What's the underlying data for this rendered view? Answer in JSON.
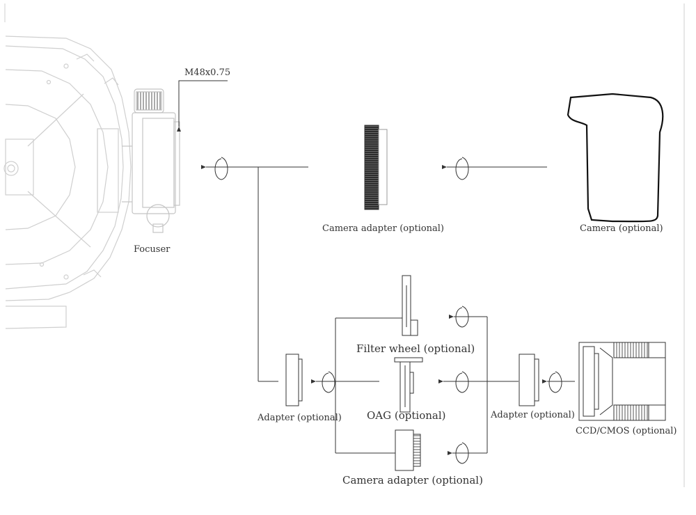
{
  "labels": {
    "thread": "M48x0.75",
    "focuser": "Focuser",
    "camera_adapter_top": "Camera adapter (optional)",
    "camera": "Camera (optional)",
    "filter_wheel": "Filter wheel (optional)",
    "adapter_left": "Adapter (optional)",
    "oag": "OAG (optional)",
    "adapter_right": "Adapter (optional)",
    "ccd_cmos": "CCD/CMOS (optional)",
    "camera_adapter_bottom": "Camera adapter (optional)"
  },
  "colors": {
    "line": "#333333",
    "faint": "#c8c8c8",
    "dark": "#3a3a3a"
  }
}
